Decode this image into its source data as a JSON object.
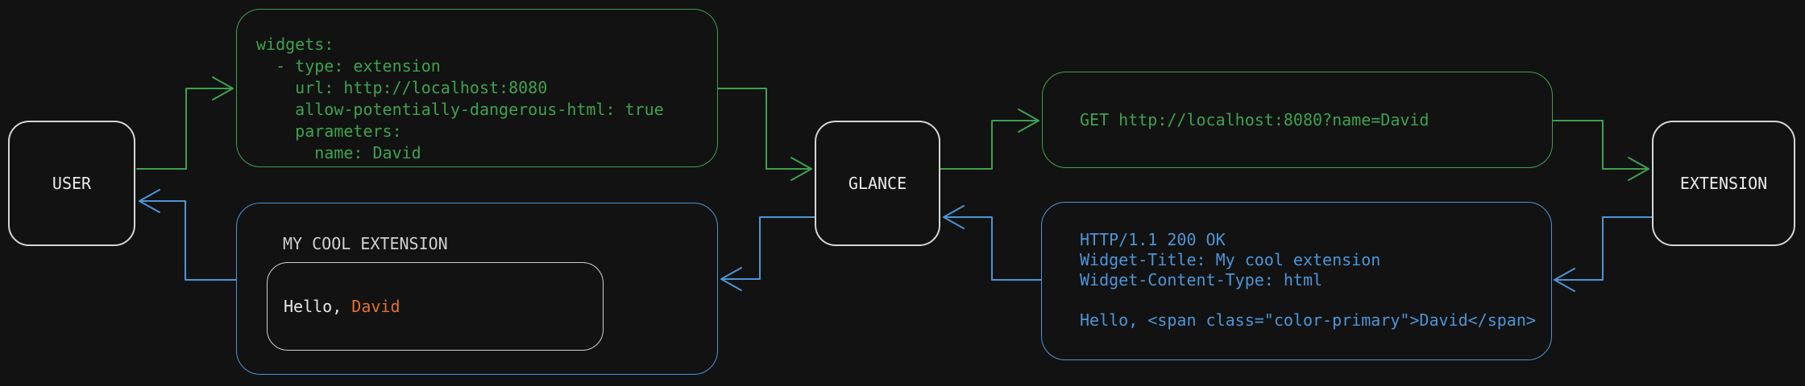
{
  "colors": {
    "bg": "#121212",
    "green": "#3da24e",
    "blue": "#4c95d8",
    "orange": "#e1712e",
    "node-border": "#d6d6d6",
    "node-text": "#eaeaea",
    "title-text": "#d0d0d0",
    "white-text": "#e8e8e8",
    "frame-border": "#cfcfcf"
  },
  "nodes": {
    "user": "USER",
    "glance": "GLANCE",
    "extension": "EXTENSION"
  },
  "config_box": {
    "code": "widgets:\n  - type: extension\n    url: http://localhost:8080\n    allow-potentially-dangerous-html: true\n    parameters:\n      name: David"
  },
  "request_box": {
    "code": "GET http://localhost:8080?name=David"
  },
  "response_box": {
    "code": "HTTP/1.1 200 OK\nWidget-Title: My cool extension\nWidget-Content-Type: html\n\nHello, <span class=\"color-primary\">David</span>"
  },
  "widget_box": {
    "title": "MY COOL EXTENSION",
    "greeting_prefix": "Hello, ",
    "greeting_name": "David"
  }
}
